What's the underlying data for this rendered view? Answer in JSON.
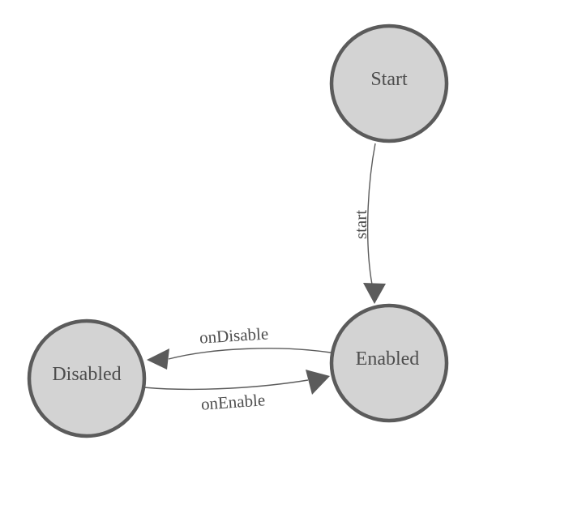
{
  "diagram": {
    "type": "state-machine",
    "background_color": "#ffffff",
    "colors": {
      "node_fill": "#d3d3d3",
      "node_stroke": "#5b5b5b",
      "edge_stroke": "#5b5b5b",
      "arrow_fill": "#5b5b5b",
      "label_color": "#4d4d4d"
    },
    "nodes": [
      {
        "id": "start",
        "label": "Start"
      },
      {
        "id": "enabled",
        "label": "Enabled"
      },
      {
        "id": "disabled",
        "label": "Disabled"
      }
    ],
    "edges": [
      {
        "from": "start",
        "to": "enabled",
        "label": "start"
      },
      {
        "from": "enabled",
        "to": "disabled",
        "label": "onDisable"
      },
      {
        "from": "disabled",
        "to": "enabled",
        "label": "onEnable"
      }
    ]
  }
}
